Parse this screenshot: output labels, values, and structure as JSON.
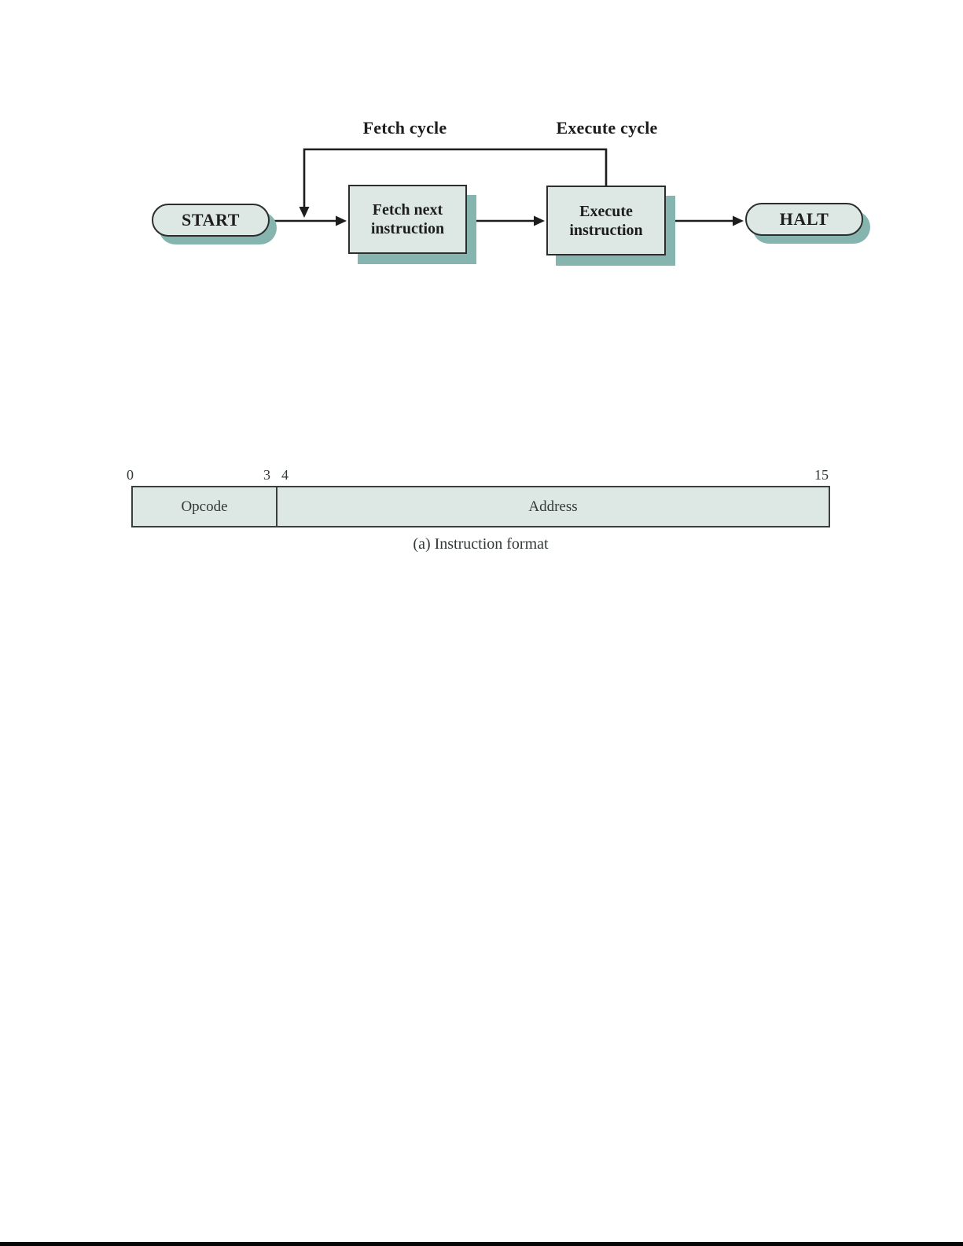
{
  "colors": {
    "shape_fill": "#dde8e4",
    "shape_shadow": "#86b5b0",
    "shape_border": "#2b2e2d",
    "line": "#1d1d1d"
  },
  "flowchart": {
    "fetch_cycle_label": "Fetch cycle",
    "execute_cycle_label": "Execute cycle",
    "start_label": "START",
    "fetch_box": {
      "line1": "Fetch next",
      "line2": "instruction"
    },
    "execute_box": {
      "line1": "Execute",
      "line2": "instruction"
    },
    "halt_label": "HALT"
  },
  "instruction_format": {
    "bit_labels": [
      "0",
      "3",
      "4",
      "15"
    ],
    "opcode_label": "Opcode",
    "address_label": "Address",
    "caption": "(a) Instruction format"
  }
}
